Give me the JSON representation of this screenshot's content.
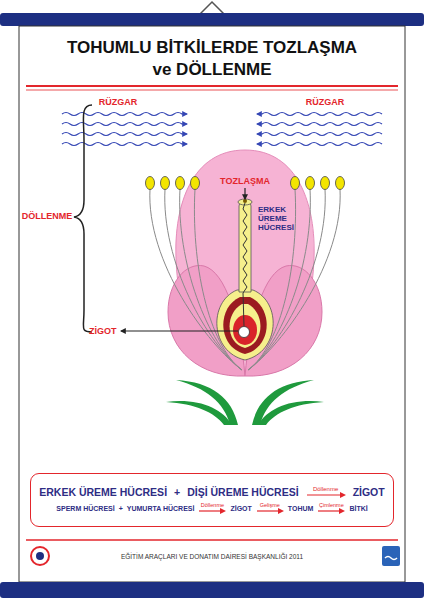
{
  "diagram": {
    "title": "TOHUMLU BİTKİLERDE TOZLAŞMA ve DÖLLENME",
    "nodes": [
      {
        "text": [
          "ERKEK ÜREME HÜCRESİ",
          "+",
          "DİŞİ ÜREME HÜCRESİ",
          "Döllenme",
          "ZİGOT",
          "SPERM HÜCRESİ",
          "+",
          "YUMURTA HÜCRESİ",
          "Döllenme",
          "ZİGOT",
          "Gelişme",
          "TOHUM",
          "Çimlenme",
          "BİTKİ"
        ]
      }
    ],
    "edges": [],
    "labels": [
      "RÜZGAR",
      "RÜZGAR",
      "DÖLLENME",
      "TOZLAŞMA",
      "ERKEK ÜREME HÜCRESİ",
      "ZİGOT",
      "EĞİTİM ARAÇLARI VE DONATIM DAİRESİ BAŞKANLIĞI 2011"
    ]
  }
}
